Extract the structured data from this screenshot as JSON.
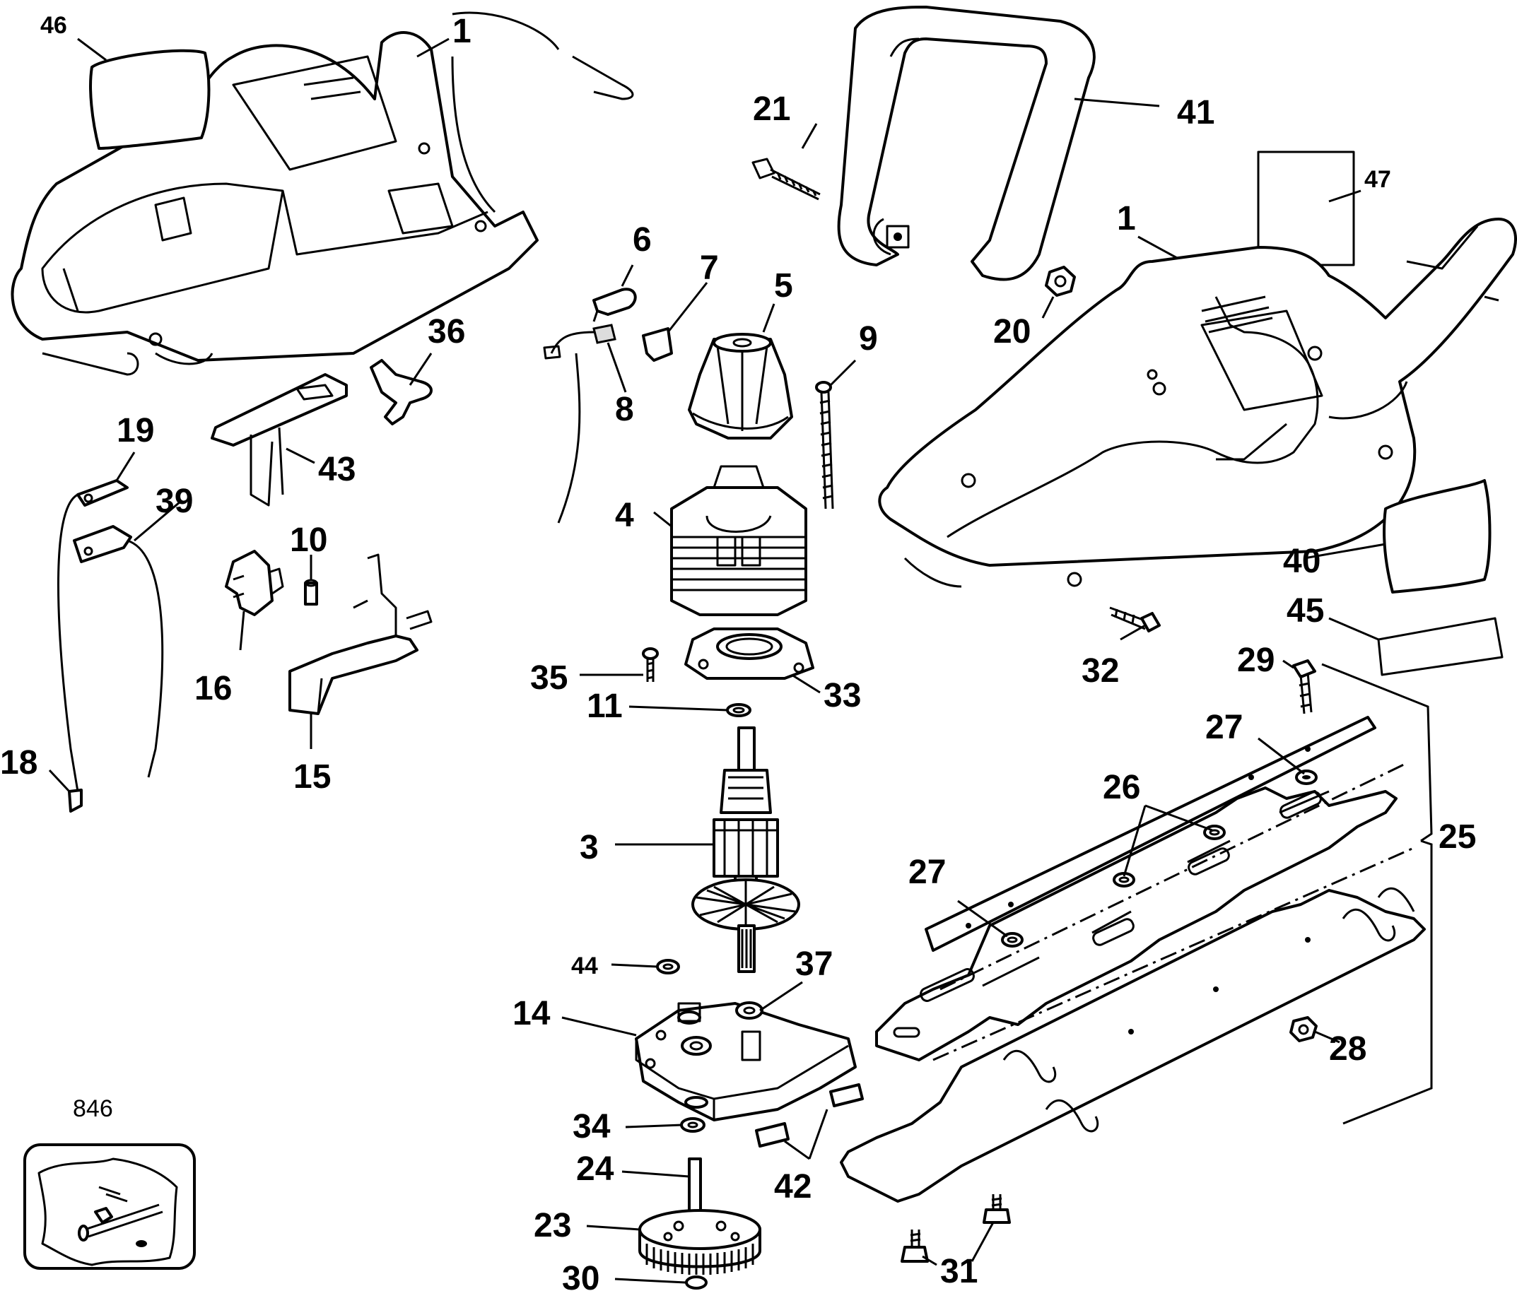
{
  "parts": [
    {
      "id": "p46",
      "label": "46"
    },
    {
      "id": "p1a",
      "label": "1"
    },
    {
      "id": "p21",
      "label": "21"
    },
    {
      "id": "p41",
      "label": "41"
    },
    {
      "id": "p47",
      "label": "47"
    },
    {
      "id": "p1b",
      "label": "1"
    },
    {
      "id": "p6",
      "label": "6"
    },
    {
      "id": "p7",
      "label": "7"
    },
    {
      "id": "p5",
      "label": "5"
    },
    {
      "id": "p9",
      "label": "9"
    },
    {
      "id": "p20",
      "label": "20"
    },
    {
      "id": "p36",
      "label": "36"
    },
    {
      "id": "p8",
      "label": "8"
    },
    {
      "id": "p19",
      "label": "19"
    },
    {
      "id": "p43",
      "label": "43"
    },
    {
      "id": "p39",
      "label": "39"
    },
    {
      "id": "p4",
      "label": "4"
    },
    {
      "id": "p10",
      "label": "10"
    },
    {
      "id": "p40",
      "label": "40"
    },
    {
      "id": "p16",
      "label": "16"
    },
    {
      "id": "p45",
      "label": "45"
    },
    {
      "id": "p35",
      "label": "35"
    },
    {
      "id": "p33",
      "label": "33"
    },
    {
      "id": "p32",
      "label": "32"
    },
    {
      "id": "p29",
      "label": "29"
    },
    {
      "id": "p11",
      "label": "11"
    },
    {
      "id": "p18",
      "label": "18"
    },
    {
      "id": "p15",
      "label": "15"
    },
    {
      "id": "p27a",
      "label": "27"
    },
    {
      "id": "p26",
      "label": "26"
    },
    {
      "id": "p3",
      "label": "3"
    },
    {
      "id": "p25",
      "label": "25"
    },
    {
      "id": "p27b",
      "label": "27"
    },
    {
      "id": "p44",
      "label": "44"
    },
    {
      "id": "p37",
      "label": "37"
    },
    {
      "id": "p14",
      "label": "14"
    },
    {
      "id": "p28",
      "label": "28"
    },
    {
      "id": "p34",
      "label": "34"
    },
    {
      "id": "p24",
      "label": "24"
    },
    {
      "id": "p42",
      "label": "42"
    },
    {
      "id": "p23",
      "label": "23"
    },
    {
      "id": "p30",
      "label": "30"
    },
    {
      "id": "p31",
      "label": "31"
    },
    {
      "id": "p846",
      "label": "846"
    }
  ]
}
